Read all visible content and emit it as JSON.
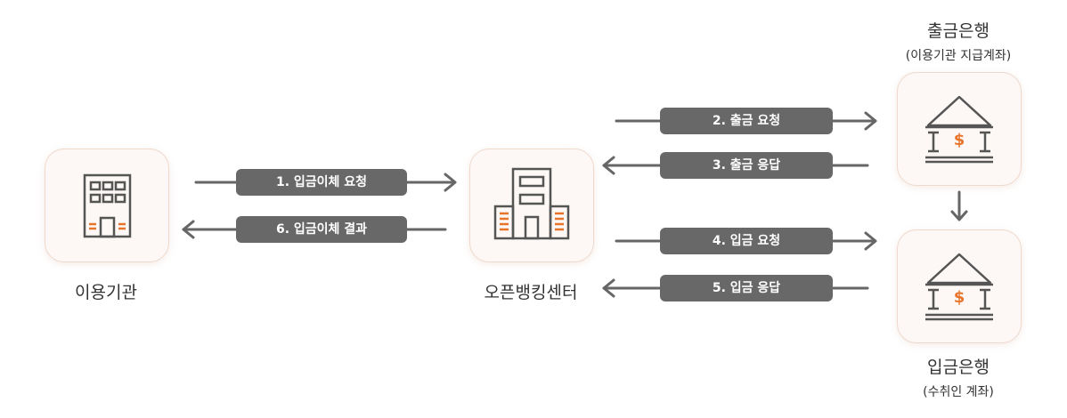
{
  "nodes": {
    "user_org": {
      "label": "이용기관"
    },
    "center": {
      "label": "오픈뱅킹센터"
    },
    "withdraw_bank": {
      "label": "출금은행",
      "sublabel": "(이용기관  지급계좌)"
    },
    "deposit_bank": {
      "label": "입금은행",
      "sublabel": "(수취인 계좌)"
    }
  },
  "steps": [
    {
      "label": "1. 입금이체 요청"
    },
    {
      "label": "6. 입금이체 결과"
    },
    {
      "label": "2. 출금 요청"
    },
    {
      "label": "3. 출금 응답"
    },
    {
      "label": "4. 입금 요청"
    },
    {
      "label": "5. 입금 응답"
    }
  ],
  "icons": {
    "bank_symbol": "$"
  },
  "colors": {
    "accent": "#e8742c",
    "icon_stroke": "#555555",
    "arrow": "#666666",
    "pill": "#686868",
    "card_bg": "#fdf8f5"
  }
}
